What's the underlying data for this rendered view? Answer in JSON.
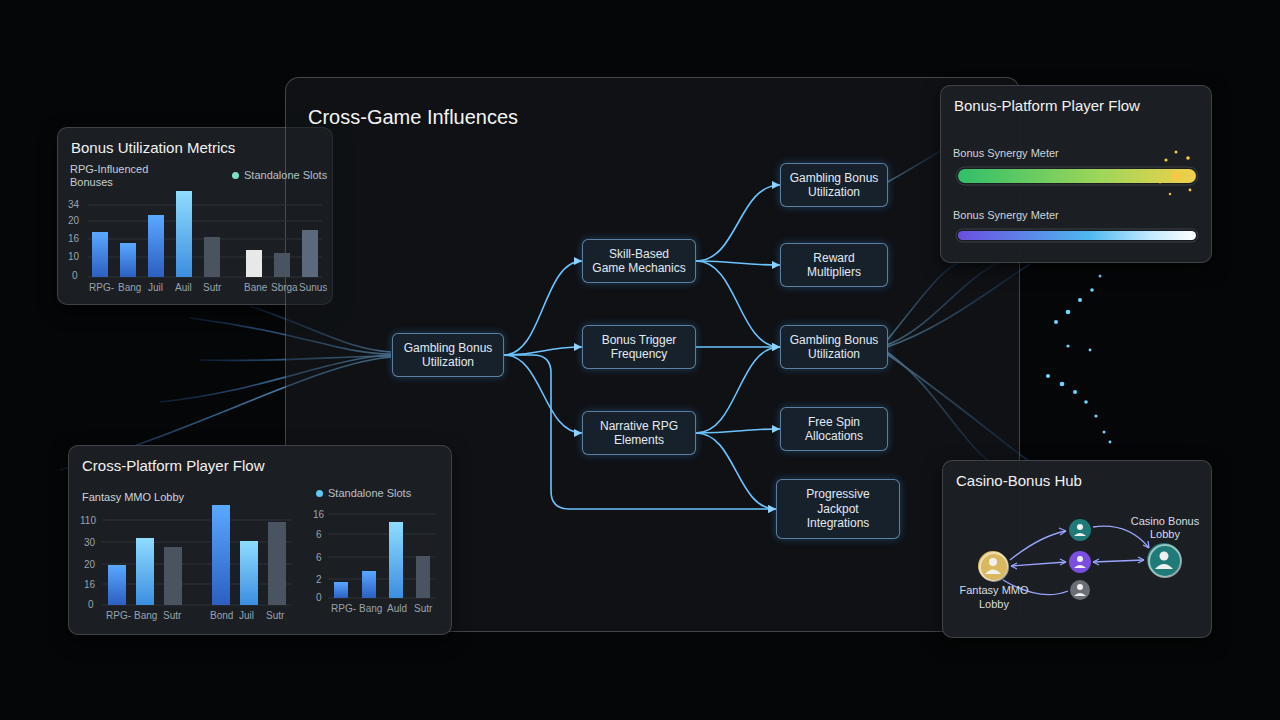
{
  "diagram": {
    "nodes": [
      {
        "text": [
          "Bonus Utilization Metrics"
        ]
      },
      {
        "text": [
          "Cross-Game Influences"
        ]
      },
      {
        "text": [
          "Gambling Bonus Utilization"
        ],
        "in": 1
      },
      {
        "text": [
          "Skill-Based Game Mechanics"
        ],
        "in": 1
      },
      {
        "text": [
          "Bonus Trigger Frequency"
        ],
        "in": 1
      },
      {
        "text": [
          "Narrative RPG Elements"
        ],
        "in": 1
      },
      {
        "text": [
          "Gambling Bonus Utilization"
        ],
        "in": 1
      },
      {
        "text": [
          "Reward Multipliers"
        ],
        "in": 1
      },
      {
        "text": [
          "Gambling Bonus Utilization"
        ],
        "in": 1
      },
      {
        "text": [
          "Free Spin Allocations"
        ],
        "in": 1
      },
      {
        "text": [
          "Progressive Jackpot Integrations"
        ],
        "in": 1
      },
      {
        "text": [
          "Cross-Platform Player Flow"
        ]
      },
      {
        "text": [
          "Bonus-Platform Player Flow"
        ]
      },
      {
        "text": [
          "Casino-Bonus Hub"
        ]
      },
      {
        "text": [
          "Fantasy MMO Lobby"
        ],
        "in": 13
      },
      {
        "text": [
          "Casino Bonus Lobby"
        ],
        "in": 13
      }
    ],
    "edges": [
      {
        "from": 2,
        "to": 3,
        "arrow": "to"
      },
      {
        "from": 2,
        "to": 4,
        "arrow": "to"
      },
      {
        "from": 2,
        "to": 5,
        "arrow": "to"
      },
      {
        "from": 2,
        "to": 10,
        "arrow": "to"
      },
      {
        "from": 3,
        "to": 6,
        "arrow": "to"
      },
      {
        "from": 3,
        "to": 7,
        "arrow": "to"
      },
      {
        "from": 3,
        "to": 8,
        "arrow": "to"
      },
      {
        "from": 4,
        "to": 8,
        "arrow": "to"
      },
      {
        "from": 5,
        "to": 8,
        "arrow": "to"
      },
      {
        "from": 5,
        "to": 9,
        "arrow": "to"
      },
      {
        "from": 5,
        "to": 10,
        "arrow": "to"
      }
    ],
    "labels": [
      "RPG-Influenced Bonuses",
      "34",
      "20",
      "16",
      "10",
      "0",
      "RPG-",
      "Bang",
      "Juil",
      "Auil",
      "Sutr",
      "Bane",
      "Sbrga",
      "Sunus",
      "Fantasy MMO Lobby",
      "110",
      "30",
      "20",
      "16",
      "0",
      "RPG-",
      "Bang",
      "Sutr",
      "Bond",
      "Juil",
      "Sutr",
      "16",
      "6",
      "6",
      "2",
      "0",
      "RPG-",
      "Bang",
      "Auld",
      "Sutr",
      "Bonus Synergy Meter",
      "Bonus Synergy Meter"
    ],
    "legend": [
      {
        "text": "Standalone Slots",
        "color": "#7fe0c8"
      },
      {
        "text": "Standalone Slots",
        "color": "#5fc8f0"
      }
    ]
  }
}
